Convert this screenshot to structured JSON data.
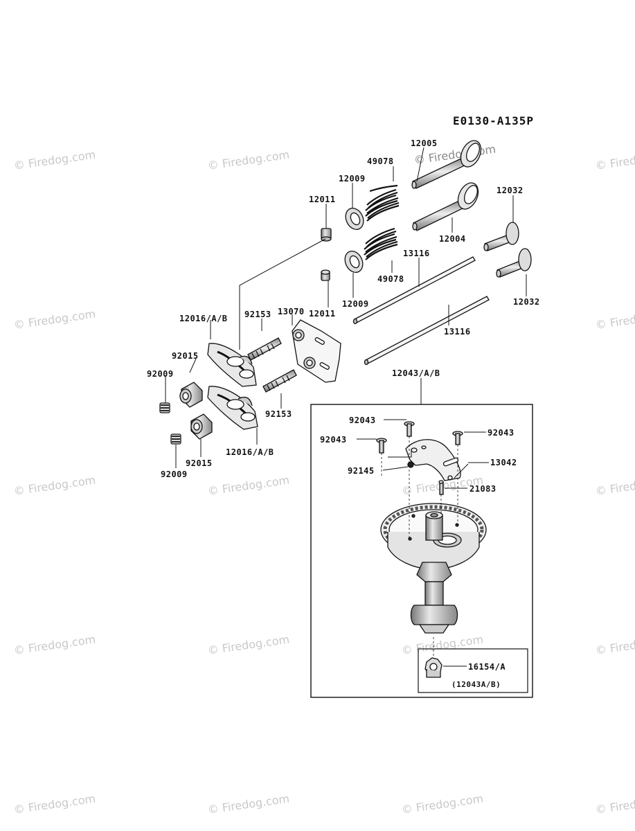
{
  "diagram_code": "E0130-A135P",
  "watermark": "© Firedog.com",
  "parts": {
    "p12005": "12005",
    "p49078a": "49078",
    "p12009a": "12009",
    "p12011a": "12011",
    "p12032a": "12032",
    "p12004": "12004",
    "p13116a": "13116",
    "p49078b": "49078",
    "p12009b": "12009",
    "p12011b": "12011",
    "p12032b": "12032",
    "p13070": "13070",
    "p12016a": "12016/A/B",
    "p92153a": "92153",
    "p13116b": "13116",
    "p92015a": "92015",
    "p92009a": "92009",
    "p12043": "12043/A/B",
    "p92153b": "92153",
    "p12016b": "12016/A/B",
    "p92015b": "92015",
    "p92009b": "92009",
    "p92043a": "92043",
    "p92043b": "92043",
    "p92043c": "92043",
    "p13042": "13042",
    "p92145": "92145",
    "p21083": "21083",
    "p16154": "16154/A"
  },
  "note_12043ab": "(12043A/B)"
}
